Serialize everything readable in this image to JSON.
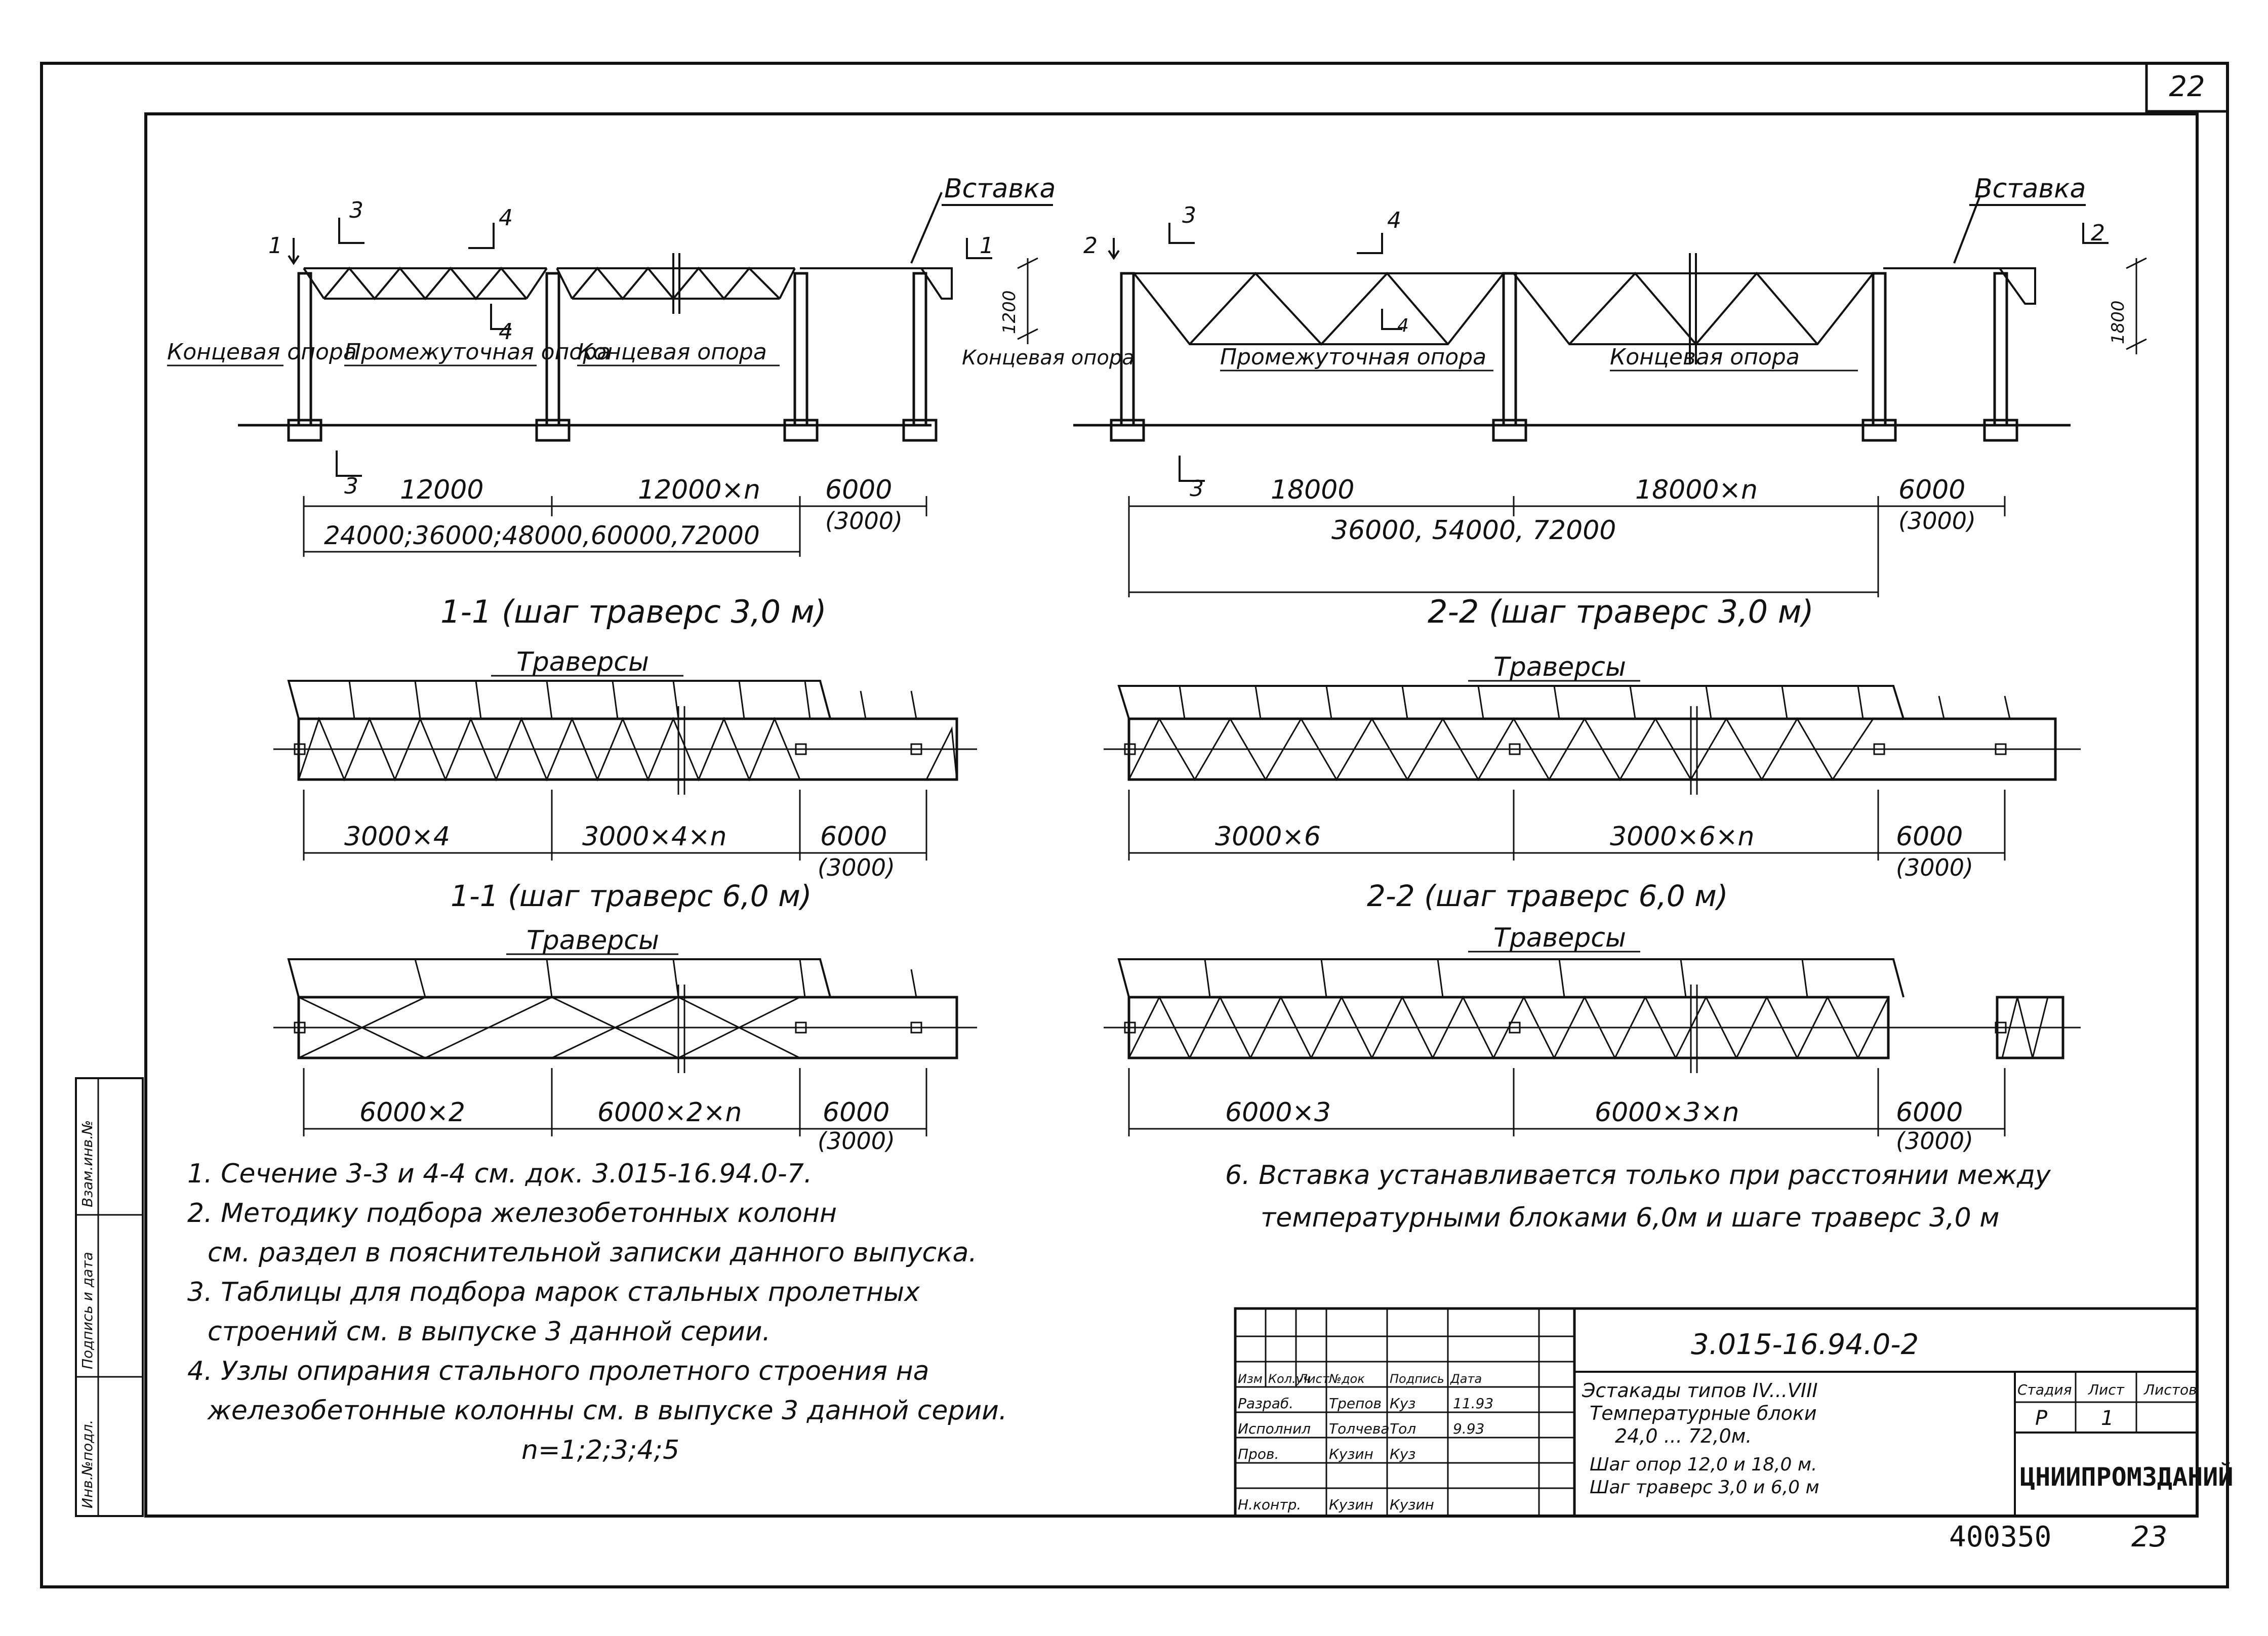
{
  "sheet_number": "22",
  "page_footer": "23",
  "archive_code": "400350",
  "side_stamp": [
    "Инв.№подл.",
    "Подпись и дата",
    "Взам.инв.№"
  ],
  "views": {
    "elev_1": {
      "inset_label": "Вставка",
      "section_marks": [
        "1",
        "3",
        "4",
        "4",
        "3",
        "1"
      ],
      "support_labels": [
        "Концевая опора",
        "Промежуточная опора",
        "Концевая опора",
        "Концевая опора"
      ],
      "dim_height": "1200",
      "dims": [
        "12000",
        "12000×n",
        "6000",
        "(3000)"
      ],
      "total": "24000;36000;48000,60000,72000",
      "caption": "1-1 (шаг траверс 3,0 м)"
    },
    "elev_2": {
      "inset_label": "Вставка",
      "section_marks": [
        "2",
        "3",
        "4",
        "4",
        "3",
        "2"
      ],
      "support_labels": [
        "Промежуточная опора",
        "Концевая опора"
      ],
      "dim_height": "1800",
      "dims": [
        "18000",
        "18000×n",
        "6000",
        "(3000)"
      ],
      "total": "36000, 54000, 72000",
      "caption": "2-2 (шаг траверс 3,0 м)"
    },
    "plan_1a": {
      "title": "Траверсы",
      "dims": [
        "3000×4",
        "3000×4×n",
        "6000",
        "(3000)"
      ],
      "caption": "1-1 (шаг траверс 6,0 м)"
    },
    "plan_2a": {
      "title": "Траверсы",
      "dims": [
        "3000×6",
        "3000×6×n",
        "6000",
        "(3000)"
      ],
      "caption": "2-2 (шаг траверс 6,0 м)"
    },
    "plan_1b": {
      "title": "Траверсы",
      "dims": [
        "6000×2",
        "6000×2×n",
        "6000",
        "(3000)"
      ]
    },
    "plan_2b": {
      "title": "Траверсы",
      "dims": [
        "6000×3",
        "6000×3×n",
        "6000",
        "(3000)"
      ]
    }
  },
  "notes_left": [
    "1. Сечение 3-3 и 4-4 см. док. 3.015-16.94.0-7.",
    "2. Методику подбора железобетонных колонн",
    "   см. раздел в пояснительной записки данного выпуска.",
    "3. Таблицы для подбора марок стальных пролетных",
    "   строений см. в выпуске 3 данной серии.",
    "4. Узлы опирания стального пролетного строения на",
    "   железобетонные колонны см. в выпуске 3 данной серии.",
    "n=1;2;3;4;5"
  ],
  "notes_right": [
    "6. Вставка устанавливается только при расстоянии между",
    "температурными блоками 6,0м и шаге траверс 3,0 м"
  ],
  "title_block": {
    "doc_code": "3.015-16.94.0-2",
    "description": [
      "Эстакады типов IV...VIII",
      "Температурные блоки",
      "24,0 ... 72,0м.",
      "Шаг опор 12,0 и 18,0 м.",
      "Шаг траверс 3,0 и 6,0 м"
    ],
    "headers": [
      "Изм",
      "Кол.уч",
      "Лист",
      "№док",
      "Подпись",
      "Дата"
    ],
    "roles": [
      {
        "role": "Разраб.",
        "name": "Трепов",
        "sign": "Куз",
        "date": "11.93"
      },
      {
        "role": "Исполнил",
        "name": "Толчева",
        "sign": "Тол",
        "date": "9.93"
      },
      {
        "role": "Пров.",
        "name": "Кузин",
        "sign": "Куз",
        "date": ""
      },
      {
        "role": "Н.контр.",
        "name": "Кузин",
        "sign": "Кузин",
        "date": ""
      }
    ],
    "stage_headers": [
      "Стадия",
      "Лист",
      "Листов"
    ],
    "stage_values": [
      "Р",
      "1",
      ""
    ],
    "organization": "ЦНИИПРОМЗДАНИЙ"
  }
}
